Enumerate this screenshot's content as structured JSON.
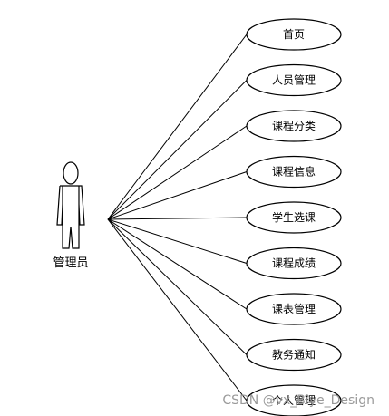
{
  "actor": {
    "name": "管理员"
  },
  "use_cases": [
    {
      "id": "home",
      "label": "首页"
    },
    {
      "id": "staff",
      "label": "人员管理"
    },
    {
      "id": "course-category",
      "label": "课程分类"
    },
    {
      "id": "course-info",
      "label": "课程信息"
    },
    {
      "id": "course-selection",
      "label": "学生选课"
    },
    {
      "id": "course-grades",
      "label": "课程成绩"
    },
    {
      "id": "timetable",
      "label": "课表管理"
    },
    {
      "id": "notices",
      "label": "教务通知"
    },
    {
      "id": "personal",
      "label": "个人管理"
    }
  ],
  "watermark": {
    "text": "CSDN @vx_Biye_Design"
  }
}
